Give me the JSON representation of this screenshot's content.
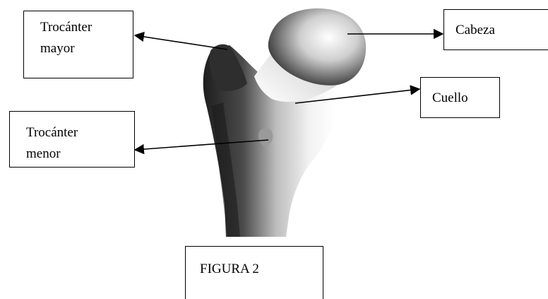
{
  "labels": {
    "trocanter_mayor": [
      "Trocánter",
      "mayor"
    ],
    "cabeza": "Cabeza",
    "cuello": "Cuello",
    "trocanter_menor": [
      "Trocánter",
      "menor"
    ]
  },
  "figure_caption": "FIGURA 2",
  "colors": {
    "line": "#000000",
    "bone_dark": "#2a2a2a",
    "bone_mid": "#7a7a7a",
    "bone_light": "#e6e6e6",
    "background": "#ffffff"
  }
}
